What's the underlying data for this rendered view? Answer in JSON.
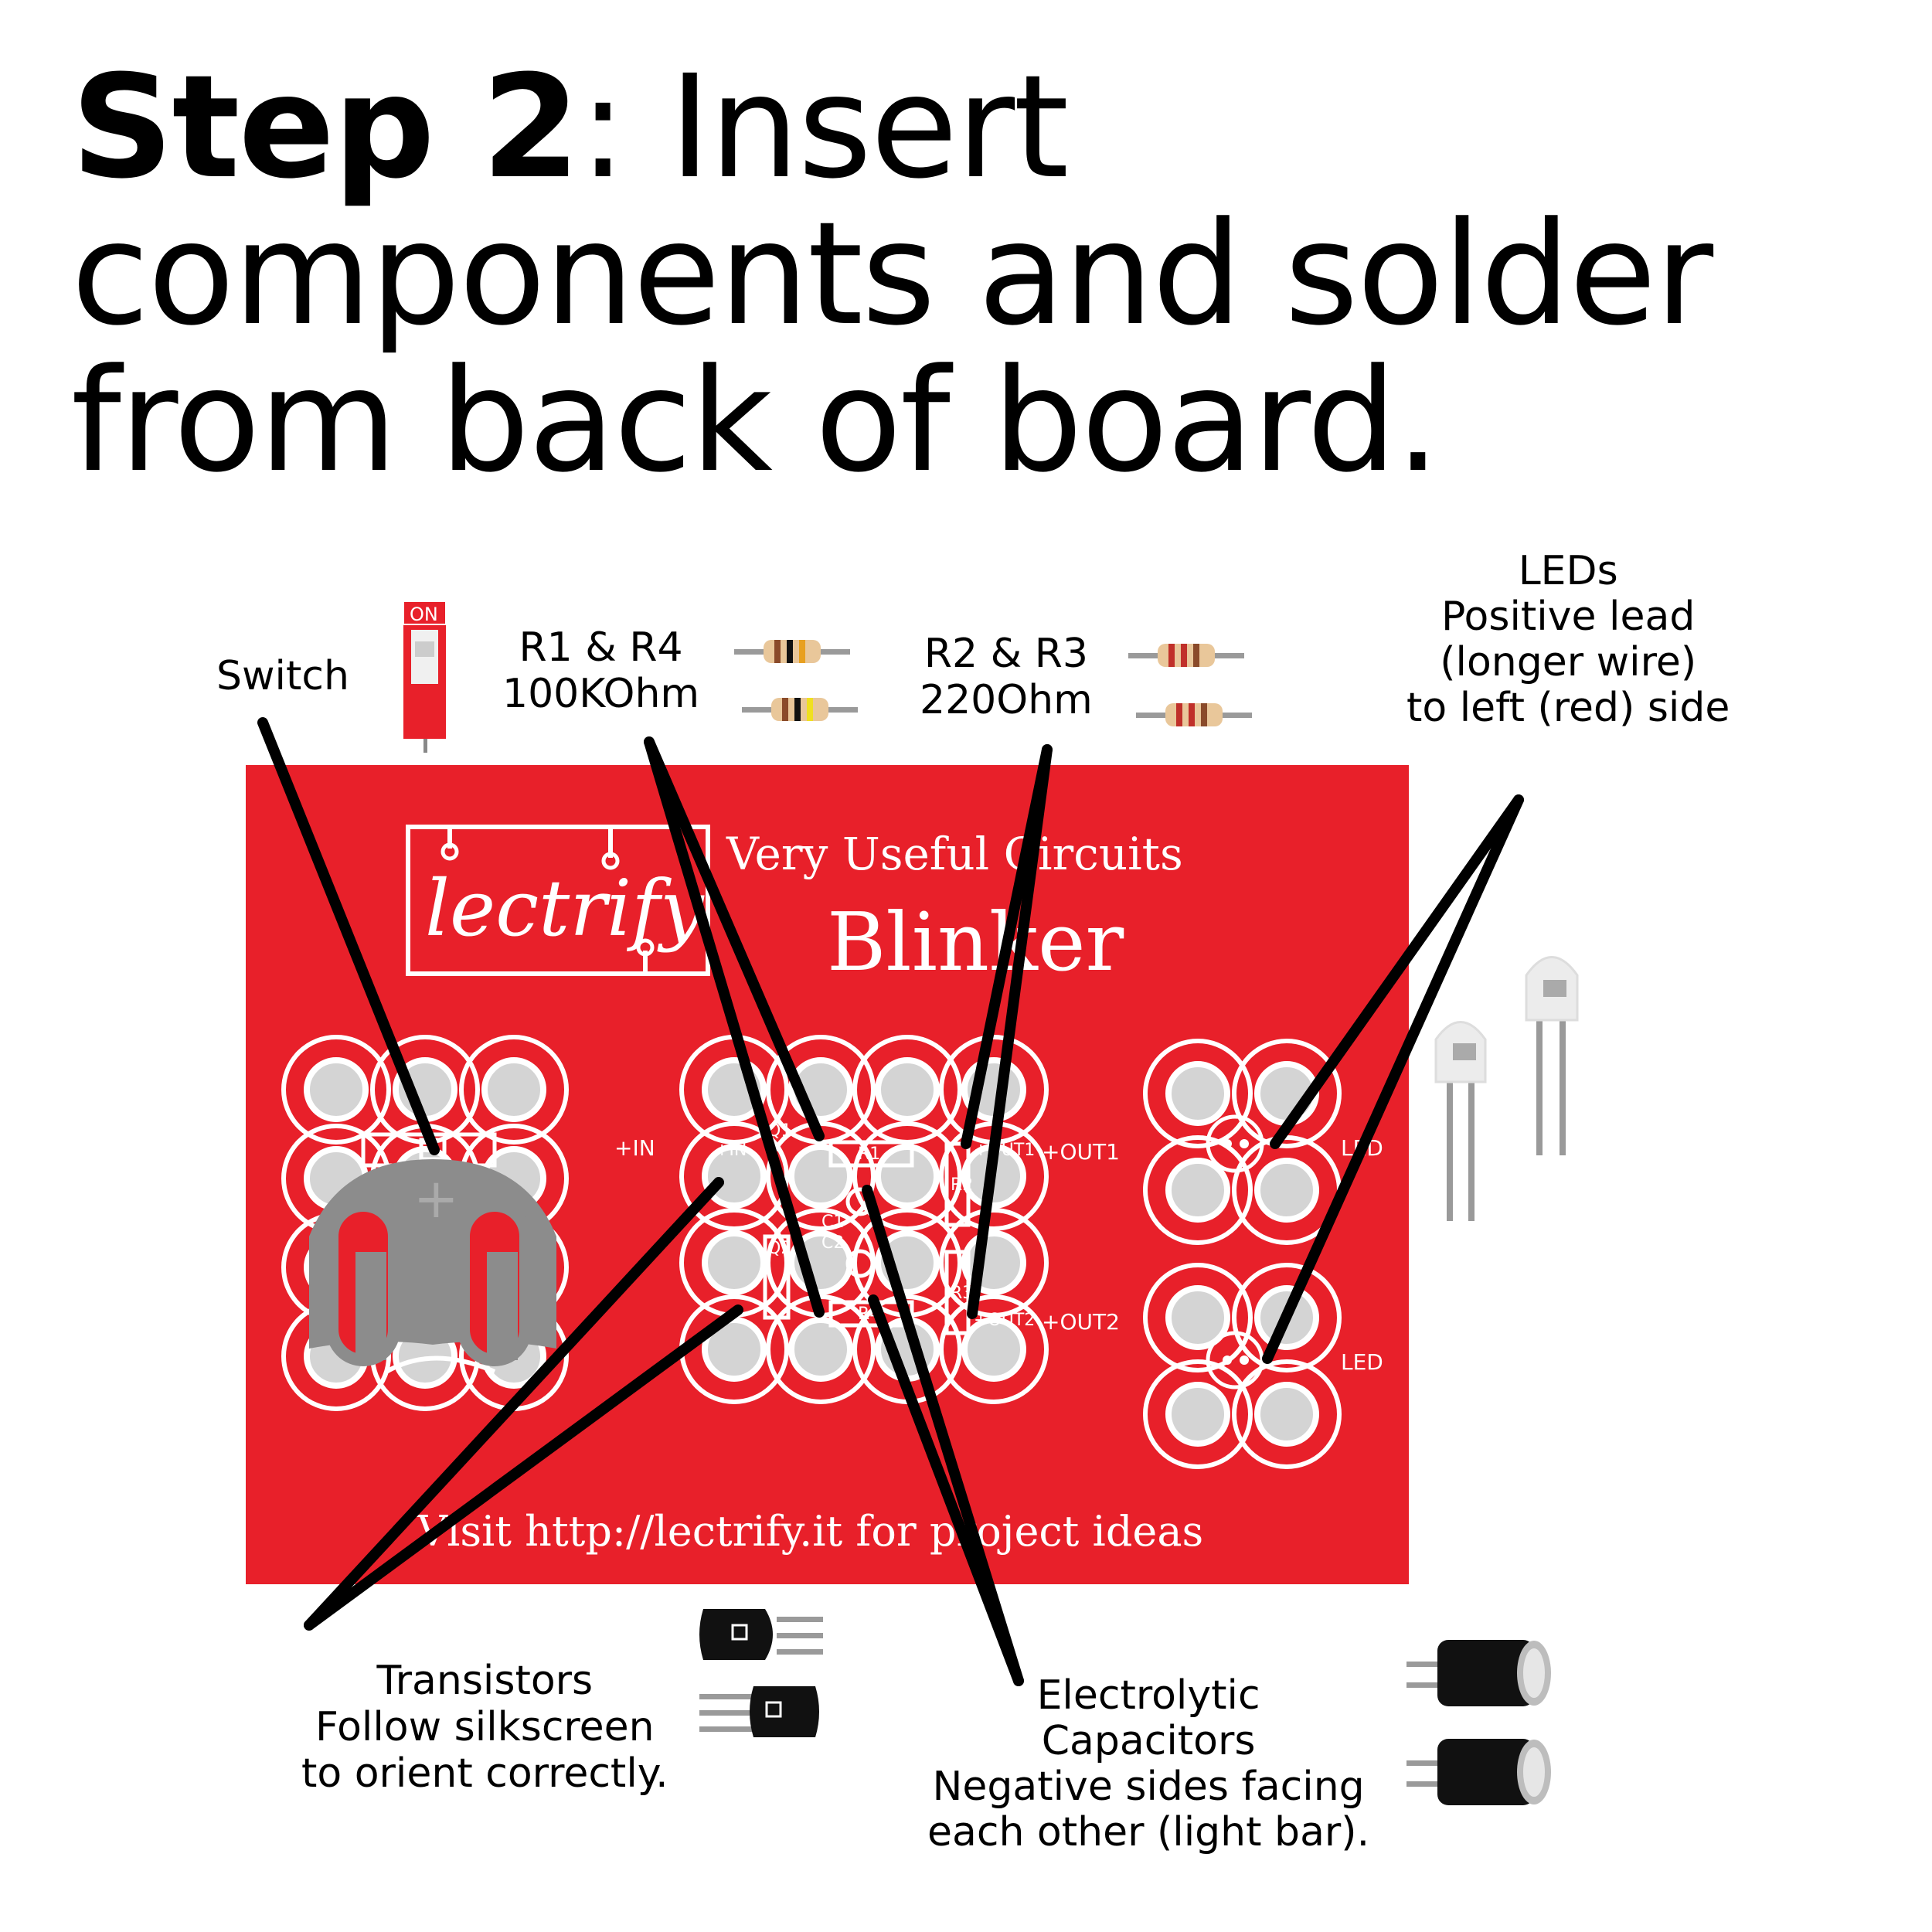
{
  "title": {
    "bold": "Step 2",
    "rest": ": Insert components and solder from back of board."
  },
  "labels": {
    "switch": "Switch",
    "r1_r4": [
      "R1 & R4",
      "100KOhm"
    ],
    "r2_r3": [
      "R2 & R3",
      "220Ohm"
    ],
    "leds": [
      "LEDs",
      "Positive lead",
      "(longer wire)",
      "to left (red) side"
    ],
    "transistors": [
      "Transistors",
      "Follow silkscreen",
      "to orient correctly."
    ],
    "capacitors": [
      "Electrolytic",
      "Capacitors",
      "Negative sides facing",
      "each other (light bar)."
    ]
  },
  "board": {
    "brand": "lectrify",
    "subtitle": "Very Useful Circuits",
    "name": "Blinker",
    "footer": "Visit http://lectrify.it for project ideas",
    "silk": {
      "in": "+IN",
      "in_small": "+IN",
      "out1": "+OUT1",
      "out1_small": "+OUT1",
      "out2": "+OUT2",
      "out2_small": "+OUT2",
      "led1": "LED",
      "led2": "LED",
      "q1": "Q1",
      "q2": "Q2",
      "r1": "R1",
      "r2": "R2",
      "r3": "R3",
      "r4": "R4",
      "c1": "C1",
      "c2": "C2"
    }
  },
  "switch_on": "ON",
  "colors": {
    "board": "#e8202a",
    "silk": "#ffffff",
    "pad": "#d0d0d0",
    "leader": "#000000"
  }
}
